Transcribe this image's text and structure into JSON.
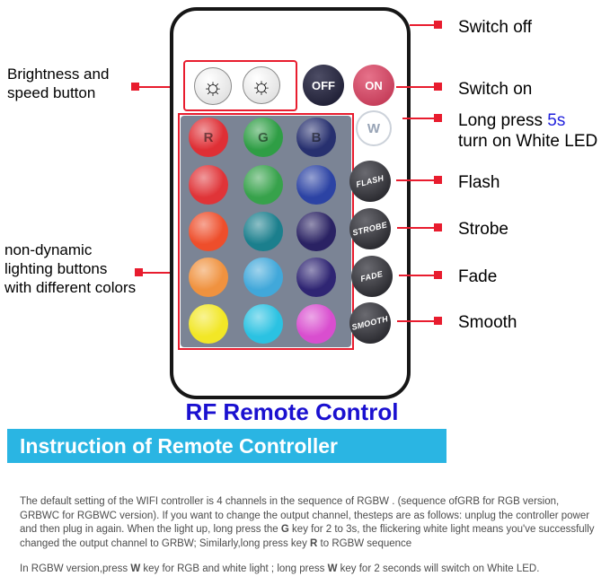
{
  "colors": {
    "annotation_red": "#e81c2e",
    "banner_bg": "#2ab5e3",
    "title_blue": "#1a10d0",
    "panel_gray": "#7b8495",
    "off_button": "#1b1b3a",
    "on_button": "#dc3558",
    "function_button": "#2a2a33",
    "highlight_blue": "#2222dd"
  },
  "annotations_left": {
    "brightness": {
      "line1": "Brightness and",
      "line2": "speed button"
    },
    "non_dynamic": {
      "line1": "non-dynamic",
      "line2": "lighting buttons",
      "line3": "with different colors"
    }
  },
  "annotations_right": {
    "switch_off": "Switch off",
    "switch_on": "Switch on",
    "long_press_prefix": "Long press ",
    "long_press_highlight": "5s",
    "long_press_line2": "turn on White LED",
    "flash": "Flash",
    "strobe": "Strobe",
    "fade": "Fade",
    "smooth": "Smooth"
  },
  "remote": {
    "brightness_icon": "☼",
    "power_buttons": {
      "off": "OFF",
      "on": "ON"
    },
    "color_grid": {
      "rows": [
        [
          {
            "label": "R",
            "color": "#df2f35"
          },
          {
            "label": "G",
            "color": "#2f9e45"
          },
          {
            "label": "B",
            "color": "#27306f"
          }
        ],
        [
          {
            "label": "",
            "color": "#e03438"
          },
          {
            "label": "",
            "color": "#37a24b"
          },
          {
            "label": "",
            "color": "#2c43a4"
          }
        ],
        [
          {
            "label": "",
            "color": "#ee4e2b"
          },
          {
            "label": "",
            "color": "#1b7f8d"
          },
          {
            "label": "",
            "color": "#2a2263"
          }
        ],
        [
          {
            "label": "",
            "color": "#f0923f"
          },
          {
            "label": "",
            "color": "#41a8da"
          },
          {
            "label": "",
            "color": "#2f2573"
          }
        ],
        [
          {
            "label": "",
            "color": "#f2e726"
          },
          {
            "label": "",
            "color": "#2bc2e2"
          },
          {
            "label": "",
            "color": "#d94ecf"
          }
        ]
      ]
    },
    "function_buttons": {
      "white": "W",
      "flash": "FLASH",
      "strobe": "STROBE",
      "fade": "FADE",
      "smooth": "SMOOTH"
    }
  },
  "title": "RF Remote Control",
  "banner": "Instruction of Remote Controller",
  "instructions": {
    "paragraphs": [
      {
        "segments": [
          {
            "text": "The default setting of the WIFI controller is 4 channels in the sequence of RGBW . (sequence ofGRB for RGB version, GRBWC for RGBWC version). If you want to change the output channel, thesteps are as follows: unplug the controller power and then plug in again. When the light up, long press the "
          },
          {
            "text": "G",
            "bold": true
          },
          {
            "text": " key for 2 to 3s, the flickering white light means you've successfully changed the output channel to GRBW; Similarly,long press key "
          },
          {
            "text": "R",
            "bold": true
          },
          {
            "text": " to RGBW sequence"
          }
        ]
      },
      {
        "segments": [
          {
            "text": "In RGBW version,press "
          },
          {
            "text": "W",
            "bold": true
          },
          {
            "text": " key for RGB and white light ; long press "
          },
          {
            "text": "W",
            "bold": true
          },
          {
            "text": " key for 2 seconds will switch on White LED."
          }
        ]
      }
    ]
  }
}
